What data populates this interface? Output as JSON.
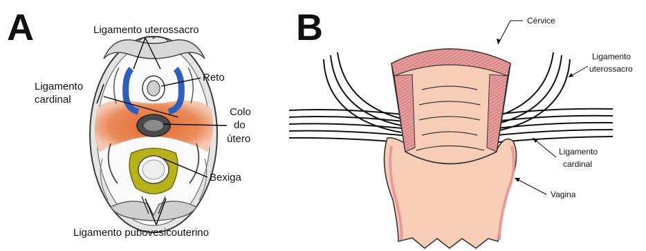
{
  "panel_a": {
    "letter": "A",
    "labels": {
      "uterosacral": "Ligamento uterossacro",
      "rectum": "Reto",
      "cardinal_line1": "Ligamento",
      "cardinal_line2": "cardinal",
      "cervix_line1": "Colo",
      "cervix_line2": "do",
      "cervix_line3": "útero",
      "bladder": "Bexiga",
      "pubovesical": "Ligamento pubovesicouterino"
    },
    "colors": {
      "uterosacral": "#2f5fb8",
      "cardinal": "#e0602a",
      "pubovesical": "#b8b21a"
    }
  },
  "panel_b": {
    "letter": "B",
    "labels": {
      "cervix": "Cérvice",
      "uterosacral_line1": "Ligamento",
      "uterosacral_line2": "uterossacro",
      "cardinal_line1": "Ligamento",
      "cardinal_line2": "cardinal",
      "vagina": "Vagina"
    },
    "colors": {
      "tissue": "#f7cdb8",
      "mucosa": "#e89a9a"
    }
  }
}
